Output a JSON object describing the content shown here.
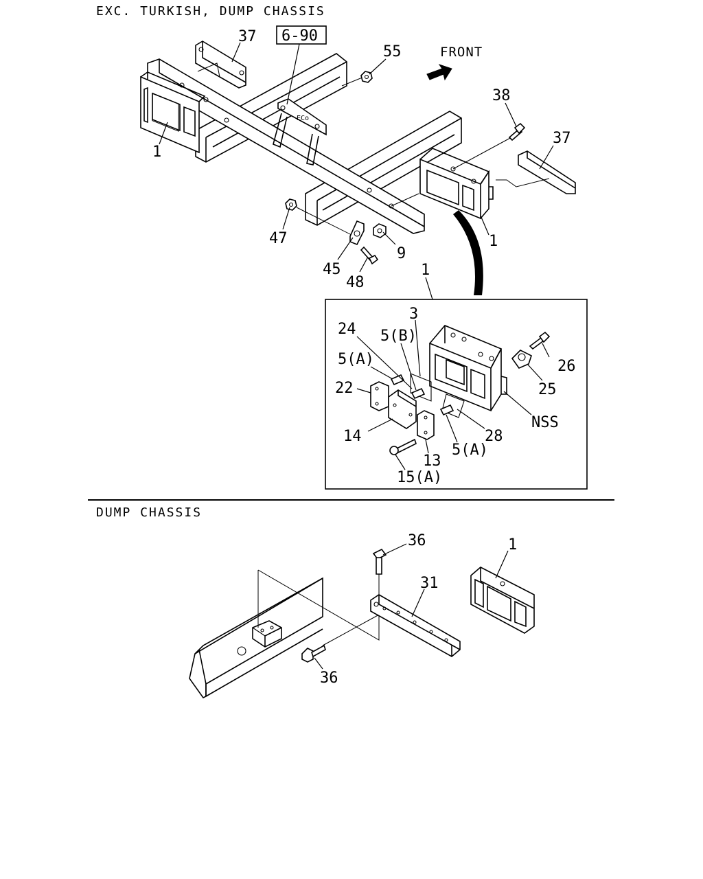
{
  "sections": {
    "top_title": "EXC. TURKISH, DUMP CHASSIS",
    "bottom_title": "DUMP CHASSIS"
  },
  "reference_box": "6-90",
  "direction_label": "FRONT",
  "callouts": {
    "top": {
      "c37a": "37",
      "c55": "55",
      "c38": "38",
      "c37b": "37",
      "c1a": "1",
      "c1b": "1",
      "c47": "47",
      "c45": "45",
      "c48": "48",
      "c9": "9",
      "c1detail": "1"
    },
    "detail": {
      "c3": "3",
      "c24": "24",
      "c5b": "5(B)",
      "c5a1": "5(A)",
      "c26": "26",
      "c25": "25",
      "c22": "22",
      "cnss": "NSS",
      "c28": "28",
      "c14": "14",
      "c5a2": "5(A)",
      "c13": "13",
      "c15a": "15(A)"
    },
    "bottom": {
      "c36a": "36",
      "c1": "1",
      "c31": "31",
      "c36b": "36"
    }
  }
}
